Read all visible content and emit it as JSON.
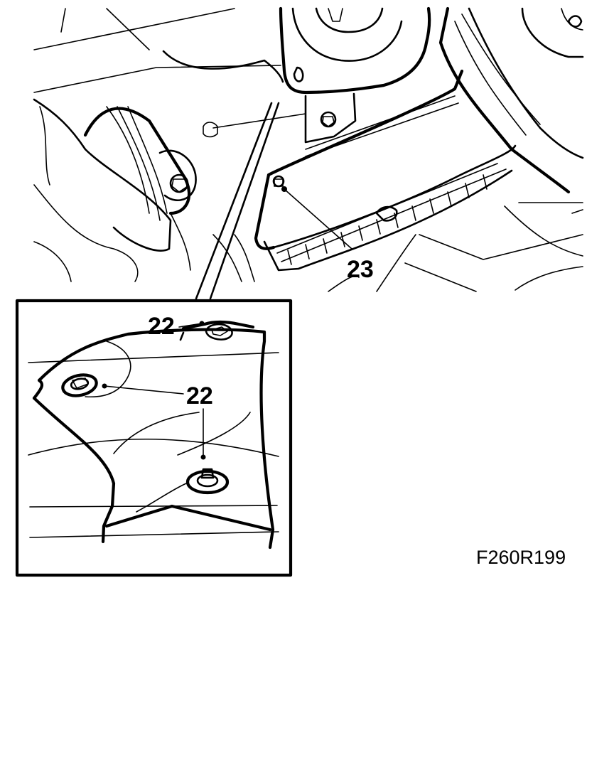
{
  "figure": {
    "reference_code": "F260R199",
    "callouts": {
      "item_23": "23",
      "item_22_top": "22",
      "item_22_middle": "22"
    }
  }
}
